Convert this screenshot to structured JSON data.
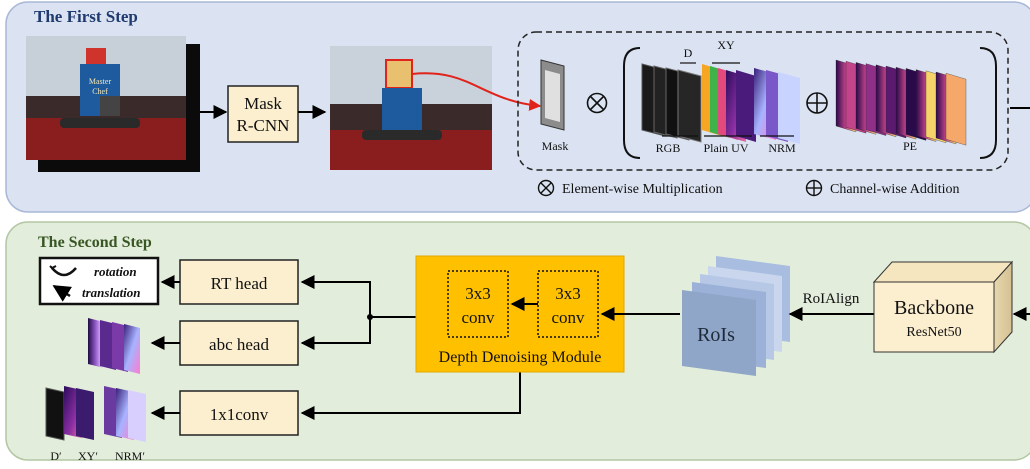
{
  "step1": {
    "title": "The First Step",
    "mask_rcnn": [
      "Mask",
      "R-CNN"
    ],
    "mask_label": "Mask",
    "top_labels": [
      "D",
      "XY"
    ],
    "bottom_labels": [
      "RGB",
      "Plain UV",
      "NRM"
    ],
    "pe_label": "PE",
    "legend_mult": "Element-wise Multiplication",
    "legend_add": "Channel-wise Addition",
    "photo_text": [
      "Master",
      "Chef"
    ]
  },
  "step2": {
    "title": "The Second Step",
    "rotation": "rotation",
    "translation": "translation",
    "rt_head": "RT head",
    "abc_head": "abc head",
    "conv1x1": "1x1conv",
    "conv_a": [
      "3x3",
      "conv"
    ],
    "conv_b": [
      "3x3",
      "conv"
    ],
    "ddm": "Depth Denoising Module",
    "rois": "RoIs",
    "roialign": "RoIAlign",
    "backbone": "Backbone",
    "resnet": "ResNet50",
    "out_labels": [
      "D′",
      "XY′",
      "NRM′"
    ]
  },
  "colors": {
    "panel1_bg": "#dbe3f2",
    "panel1_border": "#a9b8d6",
    "panel2_bg": "#e3eddb",
    "panel2_border": "#b3c7a4",
    "step1_title": "#1f3a6e",
    "step2_title": "#375623",
    "box_fill": "#fcefd0",
    "ddm_fill": "#ffc000",
    "rois_fill": "#8fa6c8",
    "red_arrow": "#e0231b"
  }
}
